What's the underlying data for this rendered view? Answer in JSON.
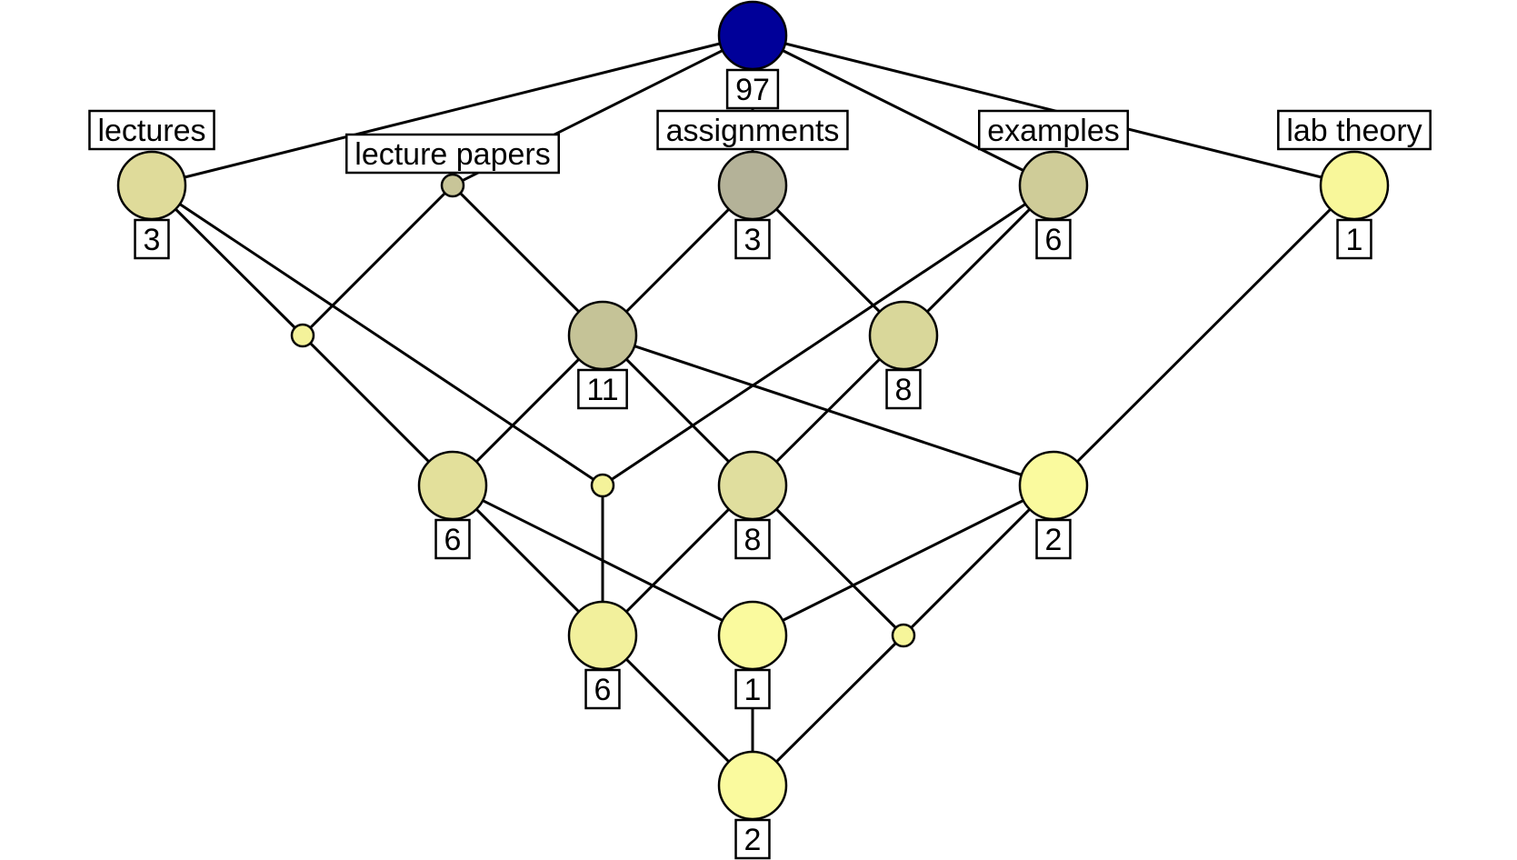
{
  "diagram": {
    "type": "concept-lattice",
    "nodes": [
      {
        "id": "top",
        "count": "97",
        "attribute": "",
        "color": "#000099"
      },
      {
        "id": "lec",
        "count": "3",
        "attribute": "lectures",
        "color": "#dfdb9a"
      },
      {
        "id": "lp",
        "count": "",
        "attribute": "lecture papers",
        "color": "#c8c598"
      },
      {
        "id": "asg",
        "count": "3",
        "attribute": "assignments",
        "color": "#b4b298"
      },
      {
        "id": "ex",
        "count": "6",
        "attribute": "examples",
        "color": "#cfcc98"
      },
      {
        "id": "lab",
        "count": "1",
        "attribute": "lab theory",
        "color": "#f8f79a"
      },
      {
        "id": "a",
        "count": "",
        "attribute": "",
        "color": "#f4f29a"
      },
      {
        "id": "b",
        "count": "11",
        "attribute": "",
        "color": "#c5c397"
      },
      {
        "id": "c",
        "count": "8",
        "attribute": "",
        "color": "#d9d79a"
      },
      {
        "id": "d",
        "count": "6",
        "attribute": "",
        "color": "#e3e09b"
      },
      {
        "id": "e",
        "count": "",
        "attribute": "",
        "color": "#f4f29a"
      },
      {
        "id": "f",
        "count": "8",
        "attribute": "",
        "color": "#e0de9e"
      },
      {
        "id": "g",
        "count": "2",
        "attribute": "",
        "color": "#fafa9e"
      },
      {
        "id": "h",
        "count": "6",
        "attribute": "",
        "color": "#f2f09c"
      },
      {
        "id": "i",
        "count": "1",
        "attribute": "",
        "color": "#fafa9e"
      },
      {
        "id": "j",
        "count": "",
        "attribute": "",
        "color": "#f6f59a"
      },
      {
        "id": "k",
        "count": "2",
        "attribute": "",
        "color": "#fafa9e"
      }
    ],
    "edges": [
      [
        "top",
        "lec"
      ],
      [
        "top",
        "lp"
      ],
      [
        "top",
        "asg"
      ],
      [
        "top",
        "ex"
      ],
      [
        "top",
        "lab"
      ],
      [
        "lec",
        "a"
      ],
      [
        "lec",
        "e"
      ],
      [
        "lp",
        "a"
      ],
      [
        "lp",
        "b"
      ],
      [
        "asg",
        "b"
      ],
      [
        "asg",
        "c"
      ],
      [
        "ex",
        "c"
      ],
      [
        "ex",
        "e"
      ],
      [
        "lab",
        "g"
      ],
      [
        "a",
        "d"
      ],
      [
        "b",
        "d"
      ],
      [
        "b",
        "f"
      ],
      [
        "b",
        "g"
      ],
      [
        "c",
        "f"
      ],
      [
        "d",
        "h"
      ],
      [
        "d",
        "i"
      ],
      [
        "e",
        "h"
      ],
      [
        "f",
        "h"
      ],
      [
        "f",
        "j"
      ],
      [
        "g",
        "i"
      ],
      [
        "g",
        "j"
      ],
      [
        "h",
        "k"
      ],
      [
        "i",
        "k"
      ],
      [
        "j",
        "k"
      ]
    ]
  }
}
